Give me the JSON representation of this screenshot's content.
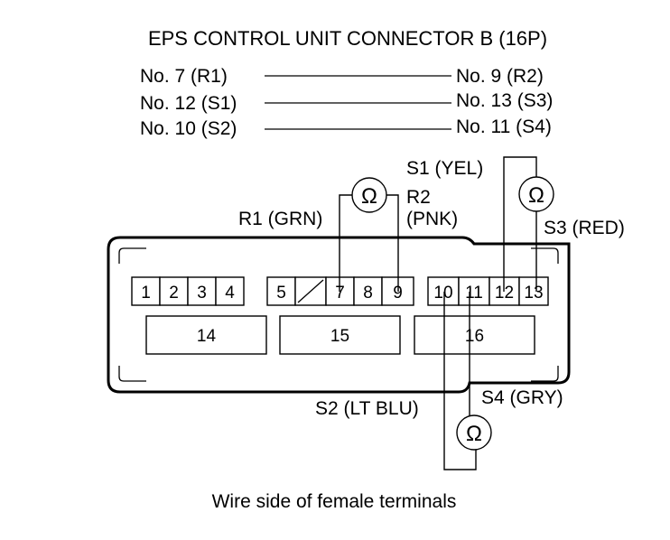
{
  "title": "EPS CONTROL UNIT CONNECTOR B (16P)",
  "pairs": [
    {
      "left": "No. 7 (R1)",
      "right": "No. 9 (R2)"
    },
    {
      "left": "No. 12 (S1)",
      "right": "No. 13 (S3)"
    },
    {
      "left": "No. 10 (S2)",
      "right": "No. 11 (S4)"
    }
  ],
  "wire_labels": {
    "r1": "R1 (GRN)",
    "r2_line1": "R2",
    "r2_line2": "(PNK)",
    "s1": "S1 (YEL)",
    "s3": "S3 (RED)",
    "s2": "S2 (LT BLU)",
    "s4": "S4 (GRY)"
  },
  "ohm_symbol": "Ω",
  "pins_top": [
    "1",
    "2",
    "3",
    "4",
    "5",
    "7",
    "8",
    "9",
    "10",
    "11",
    "12",
    "13"
  ],
  "pins_bottom": [
    "14",
    "15",
    "16"
  ],
  "caption": "Wire side of female terminals"
}
